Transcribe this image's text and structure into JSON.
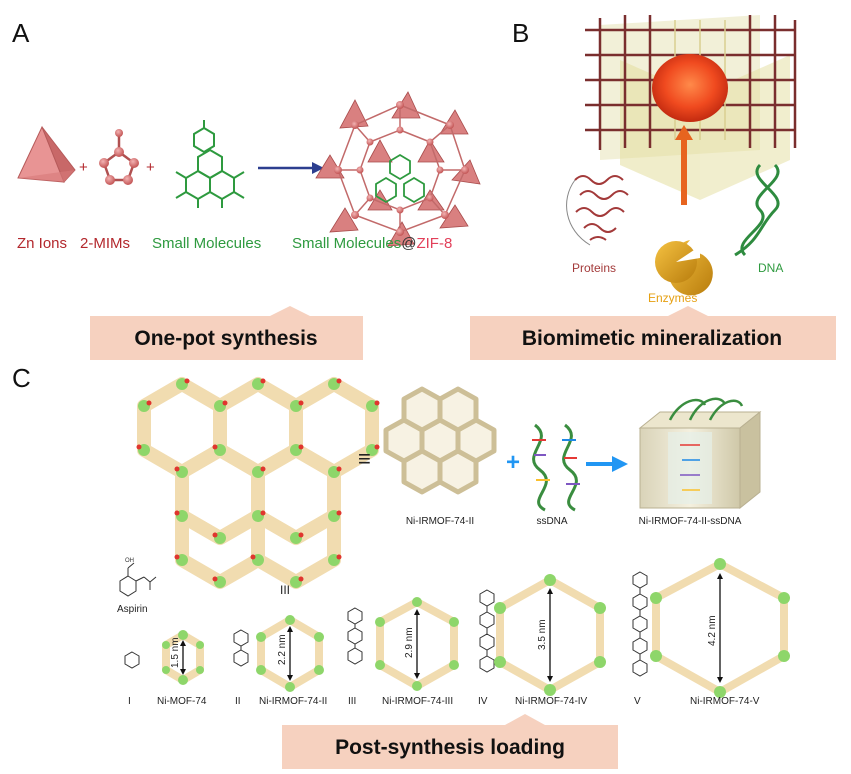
{
  "panels": {
    "a": {
      "letter": "A",
      "reagents": [
        {
          "label": "Zn Ions",
          "color": "#b3282d"
        },
        {
          "label": "2-MIMs",
          "color": "#b3282d"
        },
        {
          "label": "Small Molecules",
          "color": "#2e9a3f"
        }
      ],
      "plus": "+",
      "product": {
        "prefix": "Small Molecules",
        "at": "@",
        "suffix": "ZIF-8"
      },
      "banner": "One-pot synthesis"
    },
    "b": {
      "letter": "B",
      "labels": {
        "proteins": "Proteins",
        "enzymes": "Enzymes",
        "dna": "DNA"
      },
      "banner": "Biomimetic  mineralization"
    },
    "c": {
      "letter": "C",
      "equiv": "≡",
      "plus": "+",
      "top_labels": {
        "mof": "Ni-IRMOF-74-II",
        "ssdna": "ssDNA",
        "loaded": "Ni-IRMOF-74-II-ssDNA"
      },
      "aspirin": "Aspirin",
      "aspirin_roman": "III",
      "series": [
        {
          "roman": "I",
          "name": "Ni-MOF-74",
          "pore": "1.5 nm"
        },
        {
          "roman": "II",
          "name": "Ni-IRMOF-74-II",
          "pore": "2.2 nm"
        },
        {
          "roman": "III",
          "name": "Ni-IRMOF-74-III",
          "pore": "2.9 nm"
        },
        {
          "roman": "IV",
          "name": "Ni-IRMOF-74-IV",
          "pore": "3.5 nm"
        },
        {
          "roman": "V",
          "name": "Ni-IRMOF-74-V",
          "pore": "4.2 nm"
        }
      ],
      "banner": "Post-synthesis loading"
    }
  },
  "colors": {
    "banner": "#f6d1bf",
    "red_text": "#b3282d",
    "green_text": "#2e9a3f",
    "zif_pink": "#e2405a",
    "arrow_blue": "#2196f3",
    "enzyme_text": "#e6a012"
  }
}
